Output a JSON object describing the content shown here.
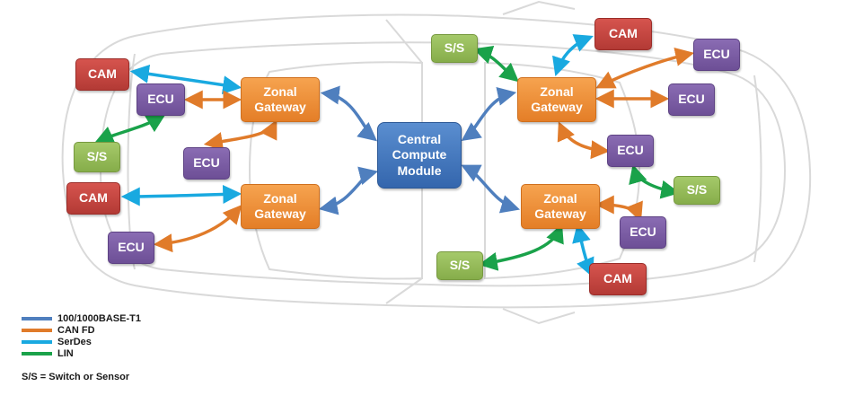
{
  "colors": {
    "ethernet": "#4f7fbe",
    "can_fd": "#e07b2a",
    "serdes": "#19a9e0",
    "lin": "#1aa24a",
    "cam": "#c0443f",
    "ecu": "#7a5ca6",
    "ss": "#95bb58",
    "zonal_gateway": "#ef8f3a",
    "central": "#4679bf"
  },
  "nodes": {
    "central": "Central\nCompute\nModule",
    "zg_top_left": "Zonal\nGateway",
    "zg_bottom_left": "Zonal\nGateway",
    "zg_top_right": "Zonal\nGateway",
    "zg_bottom_right": "Zonal\nGateway",
    "cam_top_left": "CAM",
    "cam_mid_left": "CAM",
    "cam_top_right": "CAM",
    "cam_bottom_right": "CAM",
    "ecu_left_top": "ECU",
    "ecu_left_mid": "ECU",
    "ecu_left_bottom": "ECU",
    "ecu_right_top": "ECU",
    "ecu_right_upper": "ECU",
    "ecu_right_mid": "ECU",
    "ecu_right_bottom": "ECU",
    "ss_left": "S/S",
    "ss_top": "S/S",
    "ss_right": "S/S",
    "ss_bottom": "S/S"
  },
  "legend": [
    {
      "label": "100/1000BASE-T1",
      "color": "#4f7fbe"
    },
    {
      "label": "CAN FD",
      "color": "#e07b2a"
    },
    {
      "label": "SerDes",
      "color": "#19a9e0"
    },
    {
      "label": "LIN",
      "color": "#1aa24a"
    }
  ],
  "note": "S/S = Switch or Sensor"
}
